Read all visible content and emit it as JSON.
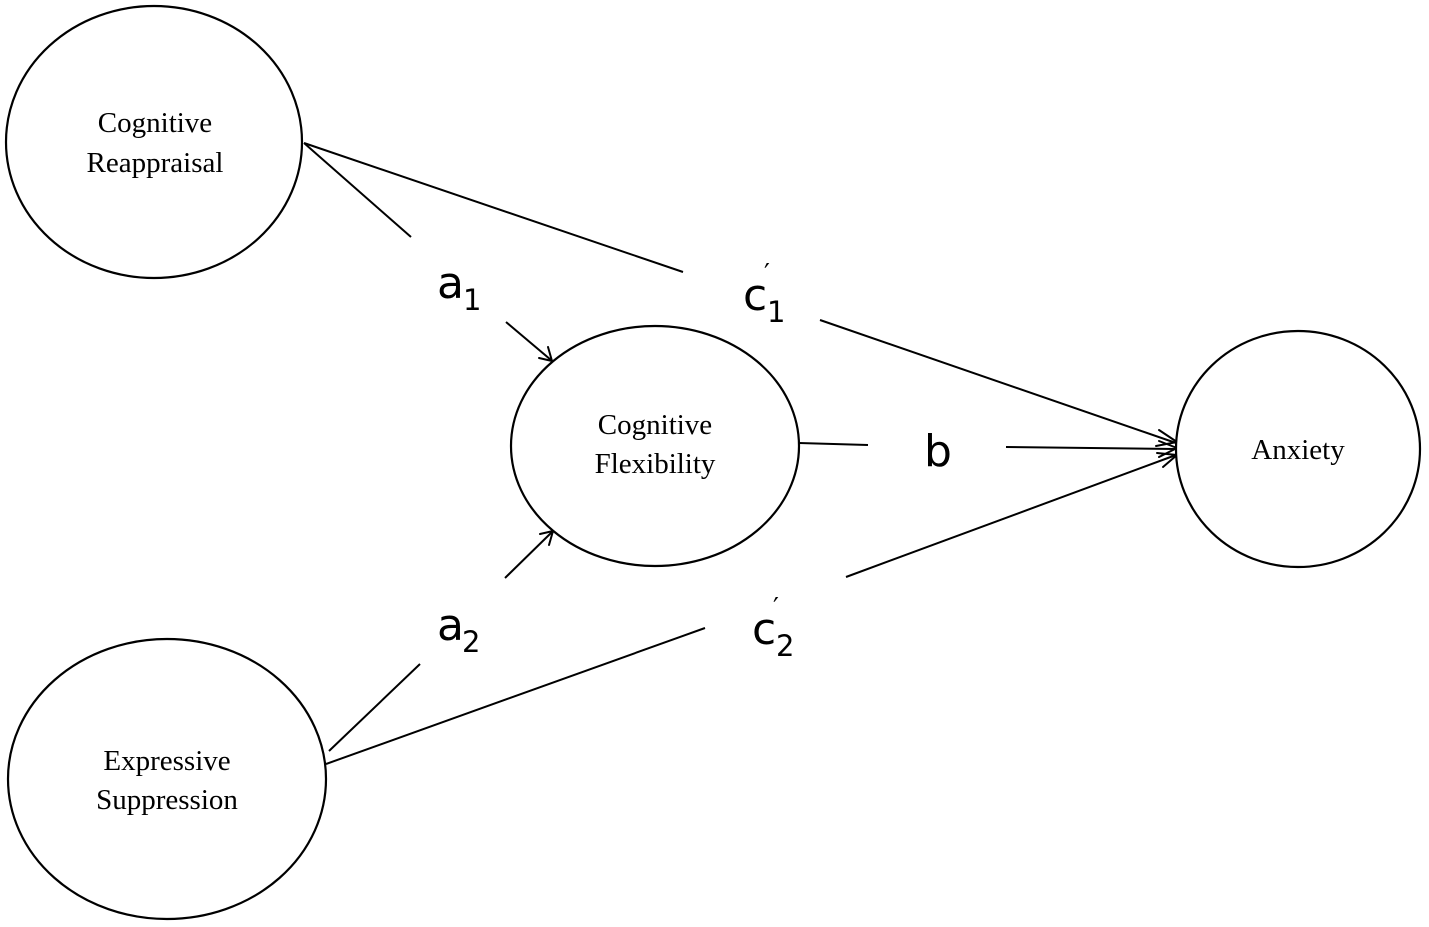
{
  "nodes": {
    "cognitive_reappraisal": {
      "line1": "Cognitive",
      "line2": "Reappraisal"
    },
    "expressive_suppression": {
      "line1": "Expressive",
      "line2": "Suppression"
    },
    "cognitive_flexibility": {
      "line1": "Cognitive",
      "line2": "Flexibility"
    },
    "anxiety": {
      "line1": "Anxiety"
    }
  },
  "paths": {
    "a1": {
      "symbol": "a",
      "subscript": "1"
    },
    "a2": {
      "symbol": "a",
      "subscript": "2"
    },
    "b": {
      "symbol": "b"
    },
    "c1_prime": {
      "symbol": "c",
      "prime": "′",
      "subscript": "1"
    },
    "c2_prime": {
      "symbol": "c",
      "prime": "′",
      "subscript": "2"
    }
  },
  "colors": {
    "stroke": "#000000",
    "background": "#ffffff"
  }
}
